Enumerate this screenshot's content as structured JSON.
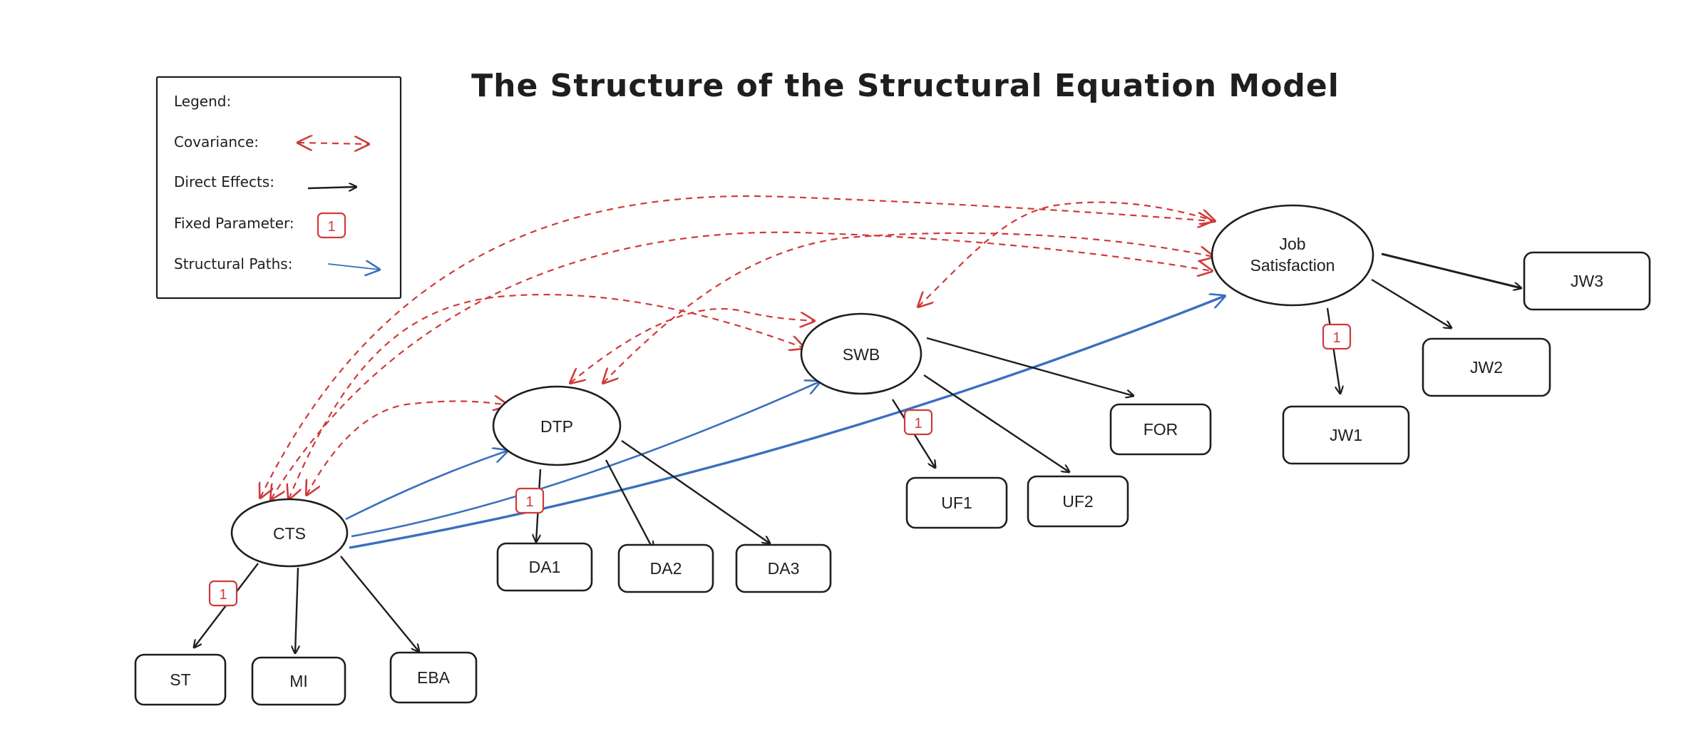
{
  "title": "The Structure of the Structural Equation Model",
  "legend": {
    "heading": "Legend:",
    "covariance": "Covariance:",
    "direct_effects": "Direct Effects:",
    "fixed_parameter": "Fixed Parameter:",
    "fixed_parameter_value": "1",
    "structural_paths": "Structural Paths:"
  },
  "colors": {
    "covariance": "#d03a3a",
    "direct": "#1e1e1e",
    "structural": "#3a6fbf"
  },
  "latent": {
    "cts": "CTS",
    "dtp": "DTP",
    "swb": "SWB",
    "js_line1": "Job",
    "js_line2": "Satisfaction"
  },
  "observed": {
    "st": "ST",
    "mi": "MI",
    "eba": "EBA",
    "da1": "DA1",
    "da2": "DA2",
    "da3": "DA3",
    "uf1": "UF1",
    "uf2": "UF2",
    "for": "FOR",
    "jw1": "JW1",
    "jw2": "JW2",
    "jw3": "JW3"
  },
  "fixed_labels": {
    "cts_st": "1",
    "dtp_da1": "1",
    "swb_uf1": "1",
    "js_jw1": "1"
  }
}
